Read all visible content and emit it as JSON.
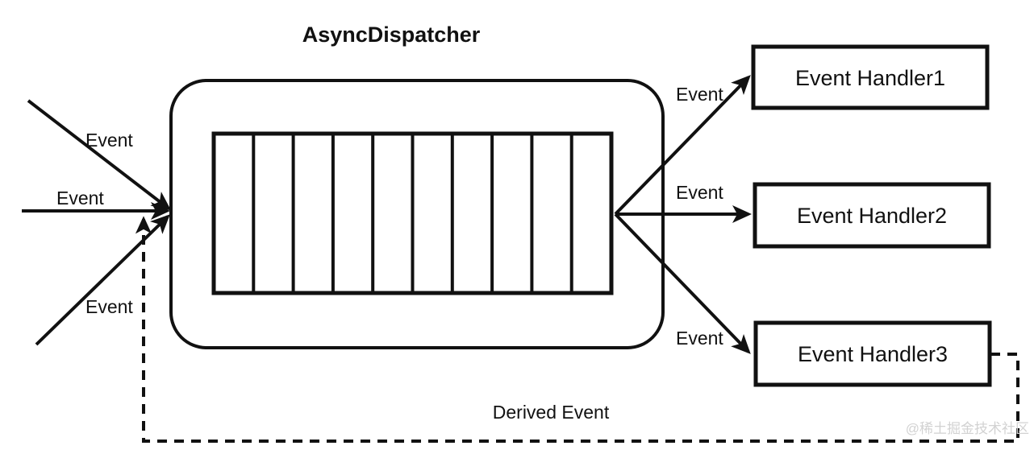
{
  "diagram": {
    "title": "AsyncDispatcher",
    "colors": {
      "stroke": "#111111",
      "background": "#ffffff",
      "watermark": "#d2d2d2"
    },
    "dispatcher": {
      "label": "AsyncDispatcher",
      "queue": {
        "cell_count": 10,
        "name": "event-queue"
      }
    },
    "inputs": [
      {
        "label": "Event",
        "direction": "top-left-diagonal"
      },
      {
        "label": "Event",
        "direction": "left-horizontal"
      },
      {
        "label": "Event",
        "direction": "bottom-left-diagonal"
      }
    ],
    "outputs": [
      {
        "label": "Event",
        "target": "Event Handler1"
      },
      {
        "label": "Event",
        "target": "Event Handler2"
      },
      {
        "label": "Event",
        "target": "Event Handler3"
      }
    ],
    "handlers": [
      {
        "label": "Event Handler1"
      },
      {
        "label": "Event Handler2"
      },
      {
        "label": "Event Handler3"
      }
    ],
    "feedback": {
      "label": "Derived Event",
      "style": "dashed",
      "from": "Event Handler3",
      "to": "AsyncDispatcher input"
    },
    "watermark": "@稀土掘金技术社区"
  }
}
